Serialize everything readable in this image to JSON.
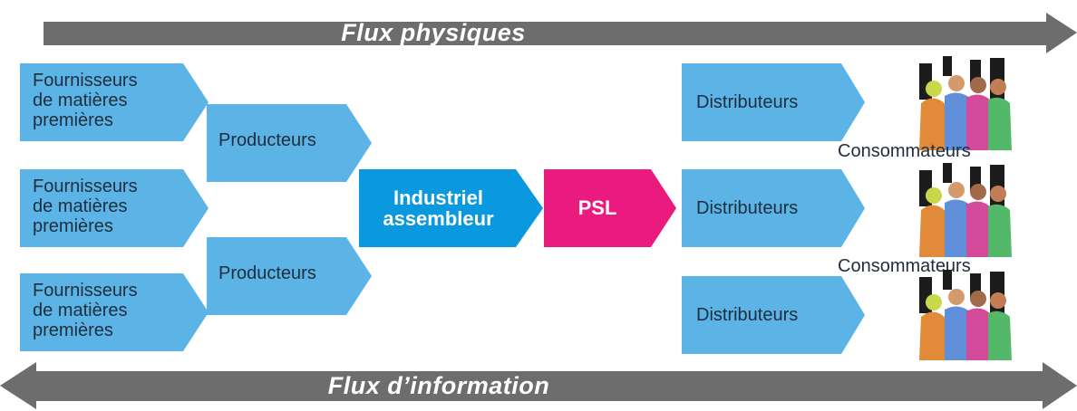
{
  "flux_physiques": "Flux physiques",
  "flux_information": "Flux d’information",
  "suppliers": [
    {
      "lines": [
        "Fournisseurs",
        "de matières",
        "premières"
      ]
    },
    {
      "lines": [
        "Fournisseurs",
        "de matières",
        "premières"
      ]
    },
    {
      "lines": [
        "Fournisseurs",
        "de matières",
        "premières"
      ]
    }
  ],
  "producers": [
    "Producteurs",
    "Producteurs"
  ],
  "industriel": [
    "Industriel",
    "assembleur"
  ],
  "psl": "PSL",
  "distributors": [
    "Distributeurs",
    "Distributeurs",
    "Distributeurs"
  ],
  "consumers": [
    "Consommateurs",
    "Consommateurs"
  ],
  "colors": {
    "flux_arrow": "#6d6d6d",
    "chevron_blue": "#5bb4e5",
    "industriel": "#0a99de",
    "psl": "#ea1a7f"
  },
  "icons": {
    "consumers": "group-of-people-clipart"
  }
}
